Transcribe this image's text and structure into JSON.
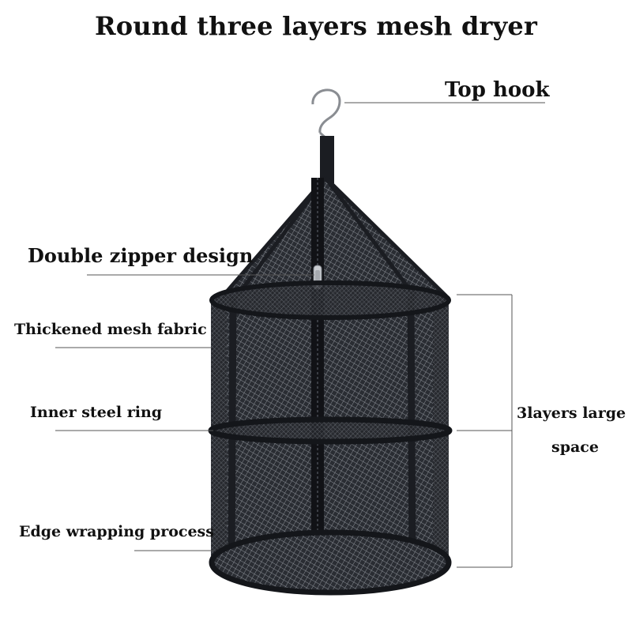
{
  "title": "Round three layers mesh dryer",
  "labels": {
    "top_hook": "Top hook",
    "double_zipper": "Double zipper design",
    "thickened_mesh": "Thickened mesh fabric",
    "inner_ring": "Inner steel ring",
    "edge_wrapping": "Edge wrapping process",
    "layers_space_line1": "3layers large",
    "layers_space_line2": "space"
  },
  "colors": {
    "text": "#111111",
    "leader_line": "#555555",
    "mesh_dark": "#1b1d22",
    "mesh_light": "#6d7178",
    "hook": "#8a8d92"
  }
}
